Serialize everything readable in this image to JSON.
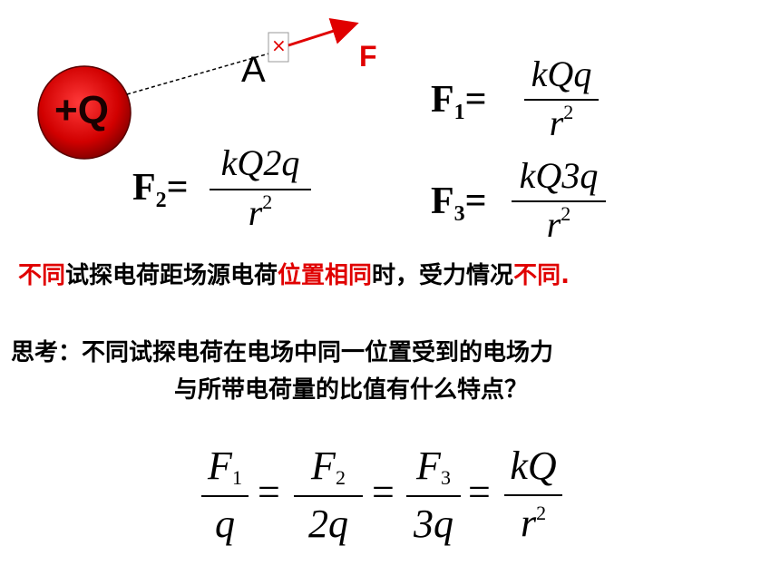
{
  "diagram": {
    "charge_label": "+Q",
    "point_label": "A",
    "test_charge_mark": "×",
    "force_label": "F",
    "colors": {
      "sphere_dark": "#8b0000",
      "sphere_light": "#ff3a3a",
      "arrow": "#e00000",
      "accent_red": "#e00000"
    }
  },
  "formulas": {
    "f1": {
      "name": "F",
      "sub": "1",
      "eq": "=",
      "numerator": "kQq",
      "den_base": "r",
      "den_exp": "2"
    },
    "f2": {
      "name": "F",
      "sub": "2",
      "eq": "=",
      "numerator": "kQ2q",
      "den_base": "r",
      "den_exp": "2"
    },
    "f3": {
      "name": "F",
      "sub": "3",
      "eq": "=",
      "numerator": "kQ3q",
      "den_base": "r",
      "den_exp": "2"
    }
  },
  "statement": {
    "part1": "不同",
    "part2": "试探电荷距场源电荷",
    "part3": "位置相同",
    "part4": "时，受力情况",
    "part5": "不同."
  },
  "question": {
    "line1": "思考：不同试探电荷在电场中同一位置受到的电场力",
    "line2": "与所带电荷量的比值有什么特点？"
  },
  "ratio": {
    "t1_num": "F",
    "t1_sub": "1",
    "t1_den": "q",
    "t2_num": "F",
    "t2_sub": "2",
    "t2_den": "2q",
    "t3_num": "F",
    "t3_sub": "3",
    "t3_den": "3q",
    "t4_num": "kQ",
    "t4_den_base": "r",
    "t4_den_exp": "2",
    "eq": "="
  }
}
